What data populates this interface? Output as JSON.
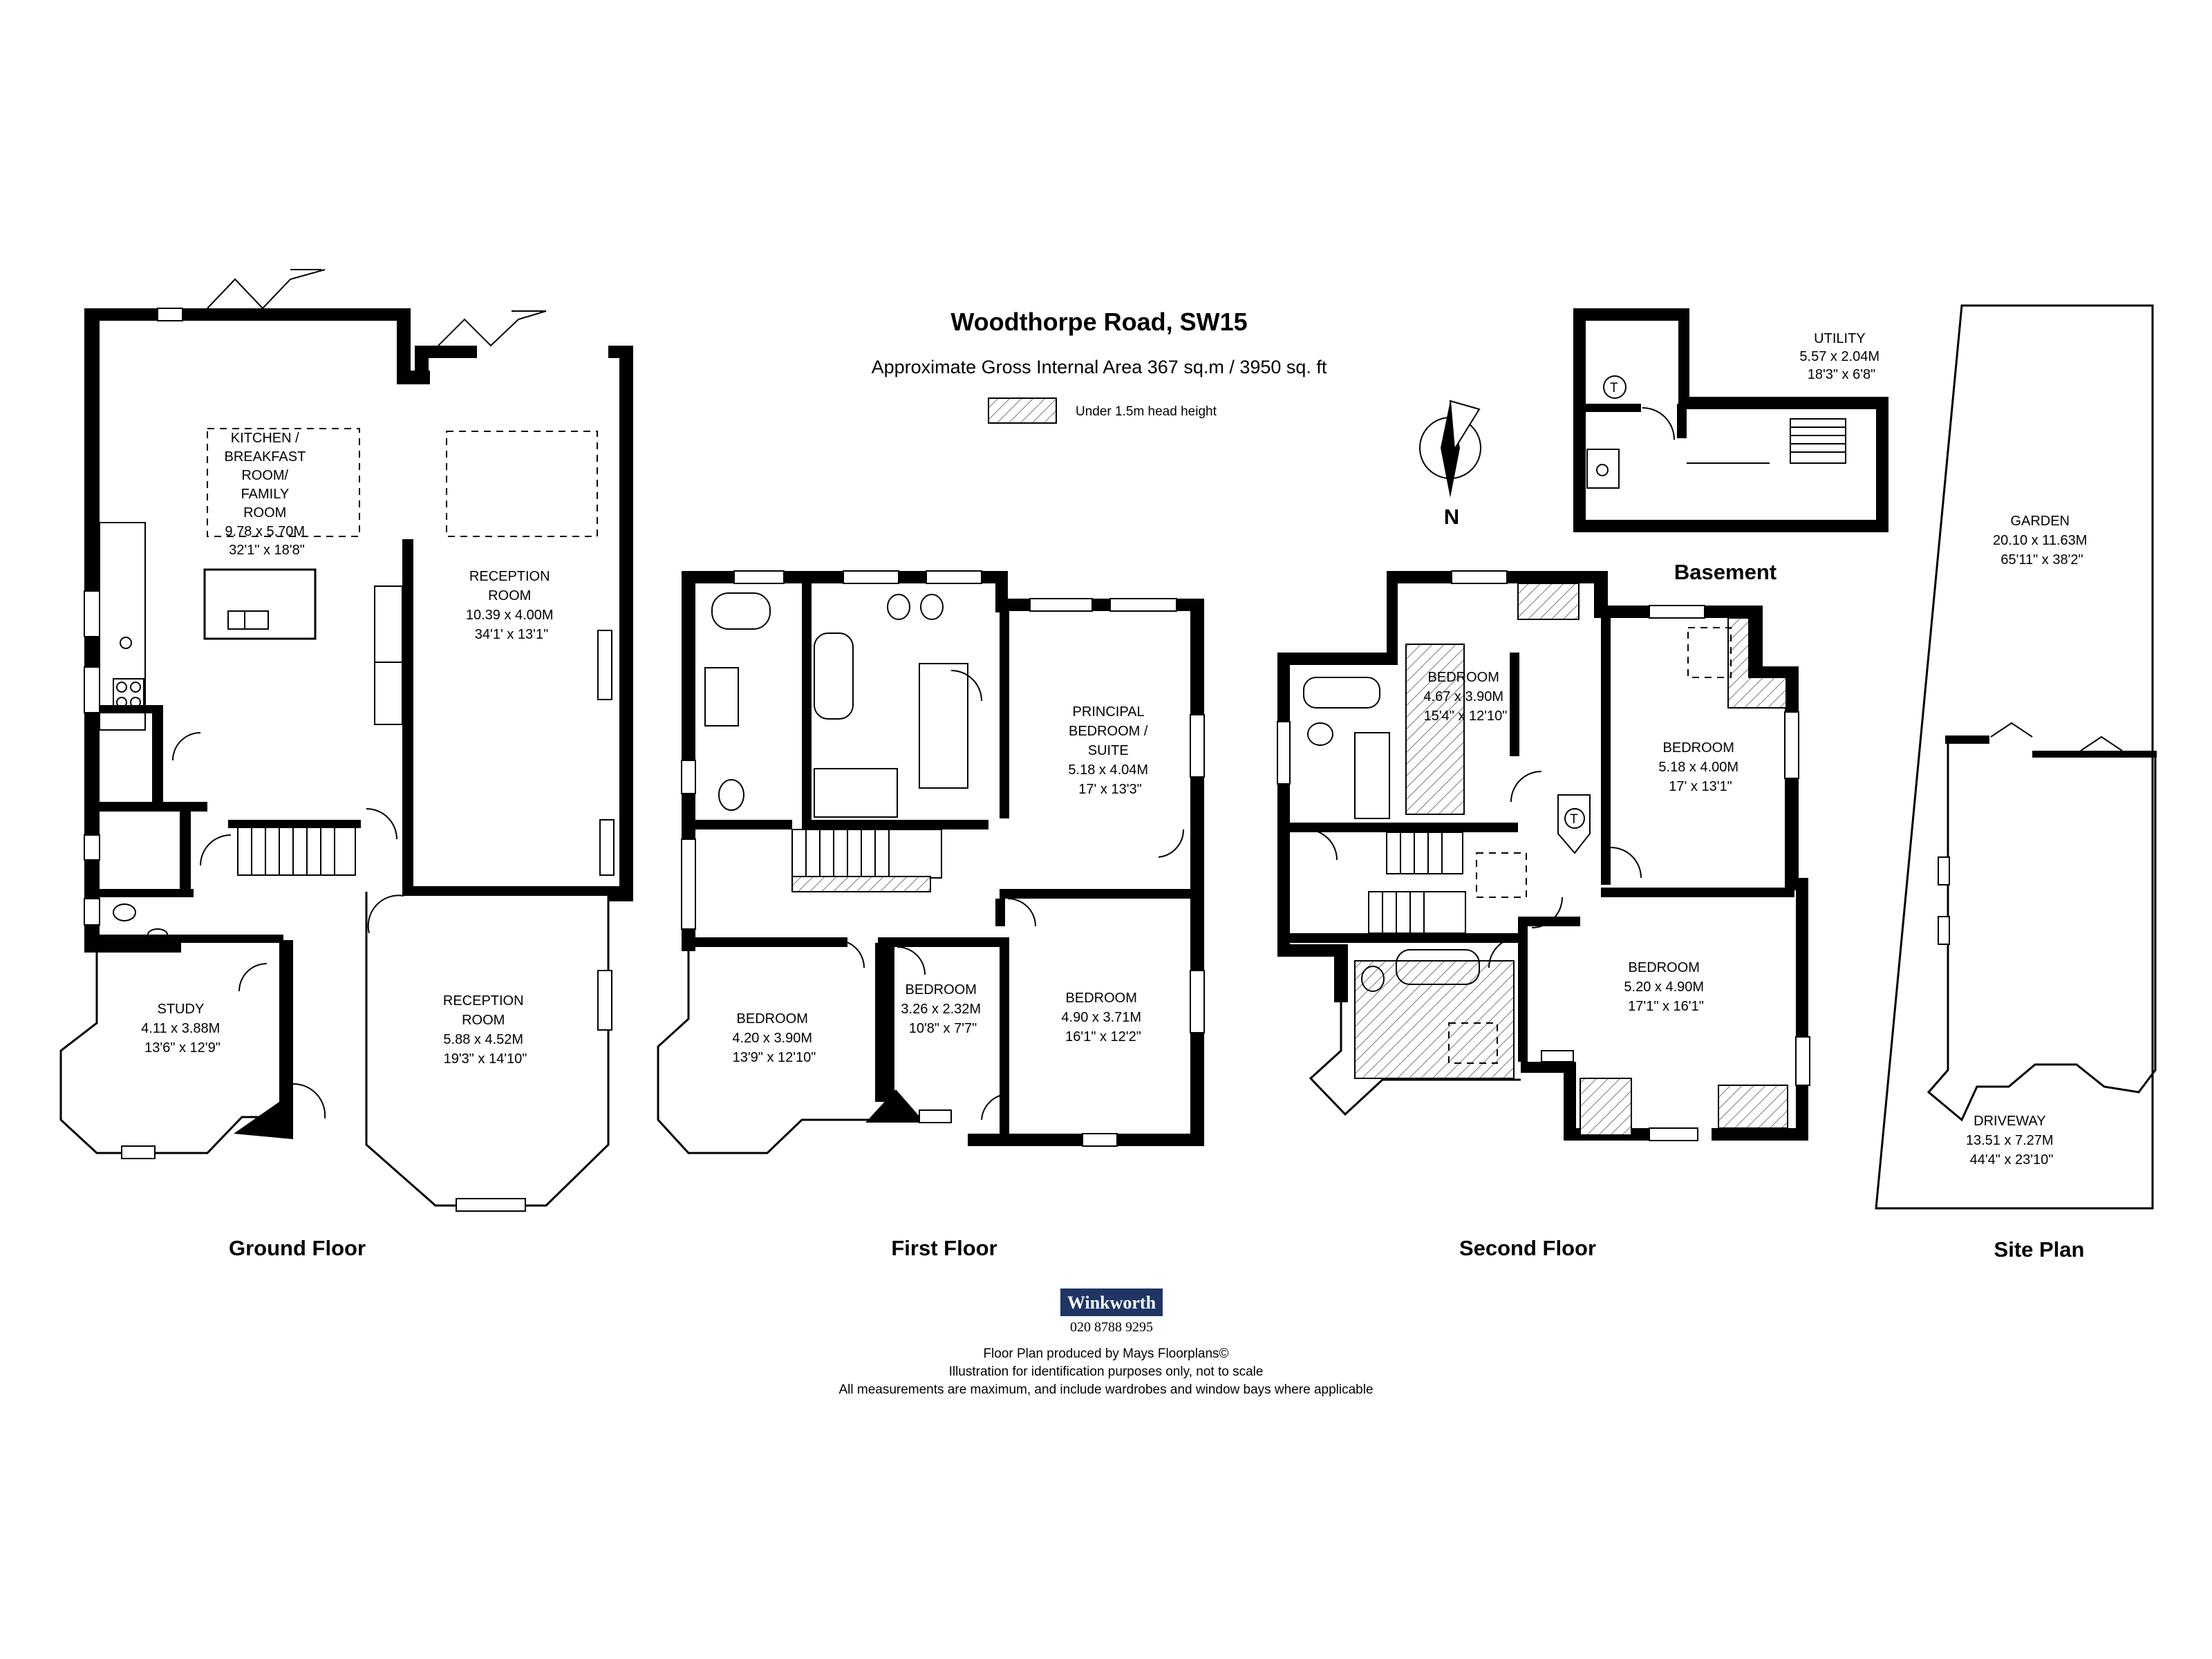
{
  "header": {
    "title": "Woodthorpe Road, SW15",
    "area": "Approximate Gross Internal Area 367 sq.m  /  3950 sq. ft"
  },
  "legend": {
    "hatch_label": "Under 1.5m head height"
  },
  "compass": {
    "label": "N"
  },
  "floors": {
    "ground": "Ground Floor",
    "first": "First Floor",
    "second": "Second Floor",
    "basement": "Basement",
    "site": "Site Plan"
  },
  "rooms": {
    "kitchen": [
      "KITCHEN /",
      "BREAKFAST",
      "ROOM/",
      "FAMILY",
      "ROOM",
      "9.78 x 5.70M",
      "32'1\" x 18'8\""
    ],
    "reception1": [
      "RECEPTION",
      "ROOM",
      "10.39 x 4.00M",
      "34'1' x 13'1\""
    ],
    "reception2": [
      "RECEPTION",
      "ROOM",
      "5.88 x 4.52M",
      "19'3\" x 14'10\""
    ],
    "study": [
      "STUDY",
      "4.11 x 3.88M",
      "13'6\" x 12'9\""
    ],
    "principal": [
      "PRINCIPAL",
      "BEDROOM /",
      "SUITE",
      "5.18 x 4.04M",
      "17' x 13'3\""
    ],
    "ff_bed1": [
      "BEDROOM",
      "4.20 x 3.90M",
      "13'9\" x 12'10\""
    ],
    "ff_bed2": [
      "BEDROOM",
      "3.26 x 2.32M",
      "10'8\" x 7'7\""
    ],
    "ff_bed3": [
      "BEDROOM",
      "4.90 x 3.71M",
      "16'1\" x 12'2\""
    ],
    "sf_bed1": [
      "BEDROOM",
      "4.67 x 3.90M",
      "15'4\" x 12'10\""
    ],
    "sf_bed2": [
      "BEDROOM",
      "5.18 x 4.00M",
      "17' x 13'1\""
    ],
    "sf_bed3": [
      "BEDROOM",
      "5.20 x 4.90M",
      "17'1\" x 16'1\""
    ],
    "utility": [
      "UTILITY",
      "5.57 x 2.04M",
      "18'3\" x 6'8\""
    ],
    "garden": [
      "GARDEN",
      "20.10 x 11.63M",
      "65'11\" x 38'2\""
    ],
    "driveway": [
      "DRIVEWAY",
      "13.51 x 7.27M",
      "44'4\" x 23'10\""
    ]
  },
  "symbols": {
    "tank": "T"
  },
  "brand": {
    "name": "Winkworth",
    "phone": "020 8788 9295"
  },
  "footer": [
    "Floor Plan produced by Mays Floorplans©",
    "Illustration for identification purposes only, not to scale",
    "All measurements are maximum, and include wardrobes and window bays where applicable"
  ]
}
